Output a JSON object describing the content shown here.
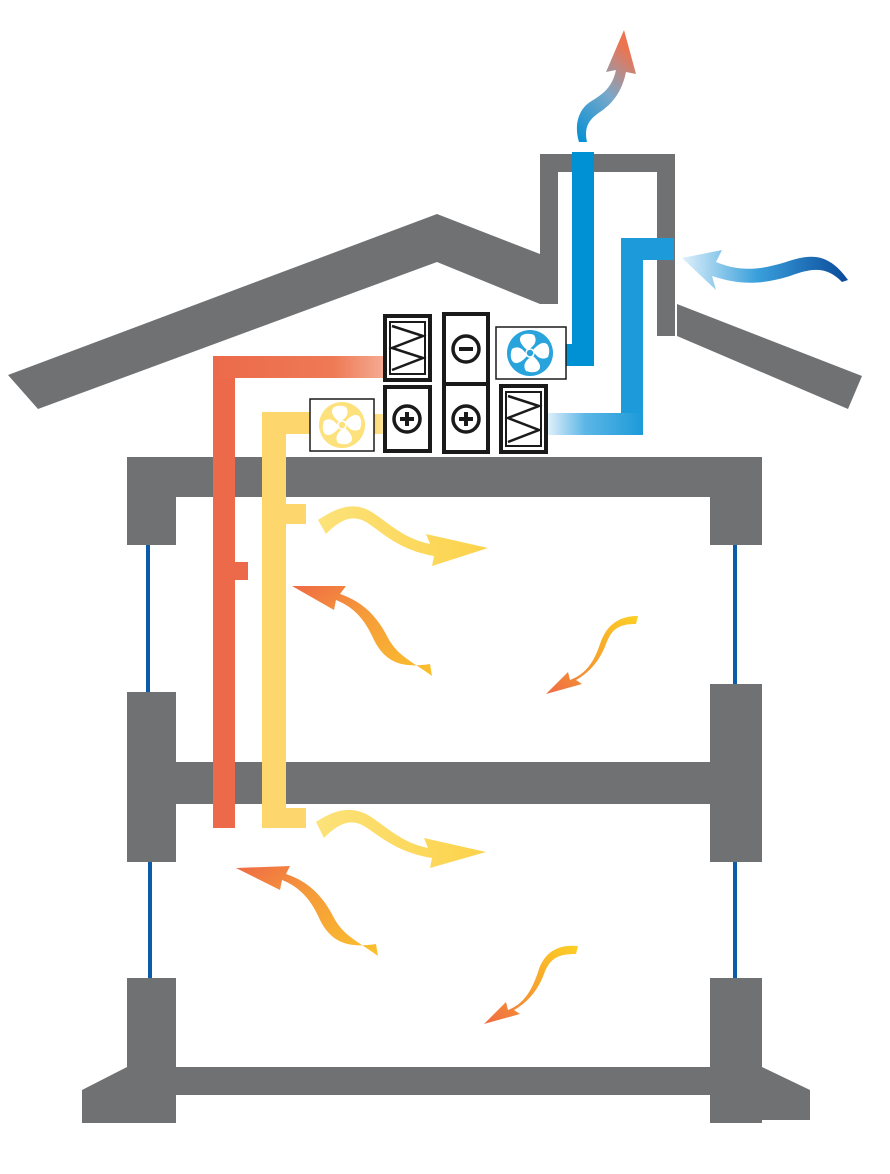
{
  "diagram": {
    "type": "house-ventilation-heat-recovery",
    "components": [
      {
        "id": "extract-fan",
        "icon": "fan-icon",
        "color": "#29a3dc"
      },
      {
        "id": "supply-fan",
        "icon": "fan-icon",
        "color": "#fde17c"
      },
      {
        "id": "filter-upper",
        "icon": "filter-icon"
      },
      {
        "id": "filter-lower",
        "icon": "filter-icon"
      },
      {
        "id": "cooling-coil",
        "icon": "minus-icon"
      },
      {
        "id": "heating-coil-1",
        "icon": "plus-icon"
      },
      {
        "id": "heating-coil-2",
        "icon": "plus-icon"
      }
    ],
    "flows": [
      {
        "id": "exhaust-out",
        "color_start": "#0090d4",
        "color_end": "#ec7451"
      },
      {
        "id": "outdoor-air-in",
        "color_start": "#c9e7f7",
        "color_end": "#0a4a9a"
      },
      {
        "id": "supply-air",
        "color": "#ffd966"
      },
      {
        "id": "extract-air",
        "color": "#ec6a4a"
      }
    ]
  },
  "colors": {
    "wall": "#707173",
    "window": "#0b5ba8",
    "exhaust_duct": "#0090d4",
    "intake_duct": "#2aa6e0",
    "extract_duct": "#ec6a4a",
    "supply_duct": "#fed66e",
    "warm_arrow": "#fcd95e",
    "hot_arrow": "#ef7a4a",
    "component_border": "#1a1a1a"
  }
}
